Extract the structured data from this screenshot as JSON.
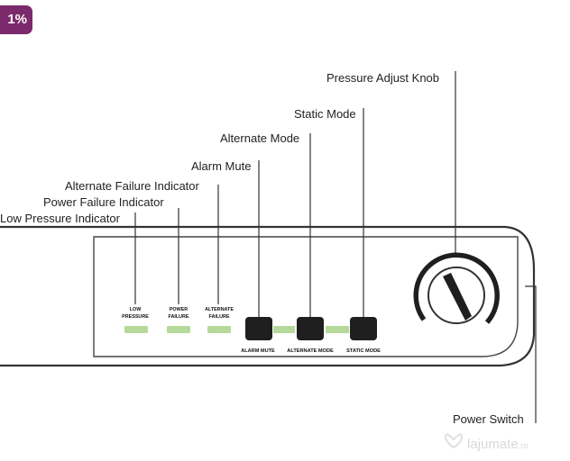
{
  "badge": {
    "text": "1%"
  },
  "callouts": {
    "pressure_adjust_knob": "Pressure Adjust Knob",
    "static_mode": "Static Mode",
    "alternate_mode": "Alternate Mode",
    "alarm_mute": "Alarm Mute",
    "alternate_failure_indicator": "Alternate Failure Indicator",
    "power_failure_indicator": "Power Failure Indicator",
    "low_pressure_indicator": "Low Pressure Indicator",
    "power_switch": "Power Switch"
  },
  "panel": {
    "low_pressure_1": "LOW",
    "low_pressure_2": "PRESSURE",
    "power_failure_1": "POWER",
    "power_failure_2": "FAILURE",
    "alternate_failure_1": "ALTERNATE",
    "alternate_failure_2": "FAILURE",
    "alarm_mute_button": "ALARM MUTE",
    "alternate_mode_button": "ALTERNATE MODE",
    "static_mode_button": "STATIC MODE"
  },
  "watermark": {
    "text": "lajumate",
    "suffix": ".ro"
  },
  "colors": {
    "led_green": "#b5d99a",
    "button_dark": "#1f1f1f",
    "panel_stroke": "#333333",
    "badge_bg": "#7b2a6b"
  }
}
